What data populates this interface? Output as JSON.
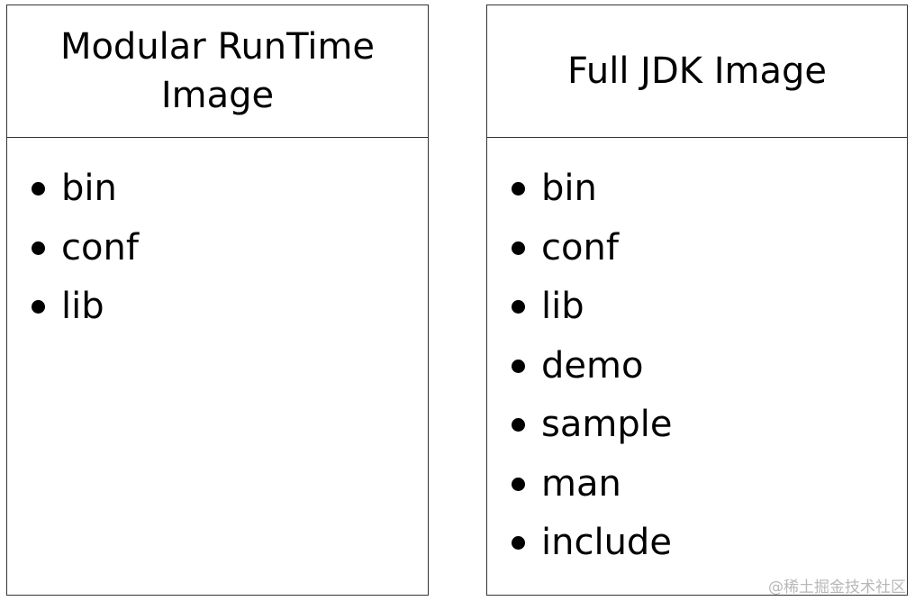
{
  "boxes": {
    "left": {
      "title_line1": "Modular RunTime",
      "title_line2": "Image",
      "items": [
        "bin",
        "conf",
        "lib"
      ]
    },
    "right": {
      "title": "Full JDK Image",
      "items": [
        "bin",
        "conf",
        "lib",
        "demo",
        "sample",
        "man",
        "include"
      ]
    }
  },
  "watermark": "@稀土掘金技术社区"
}
